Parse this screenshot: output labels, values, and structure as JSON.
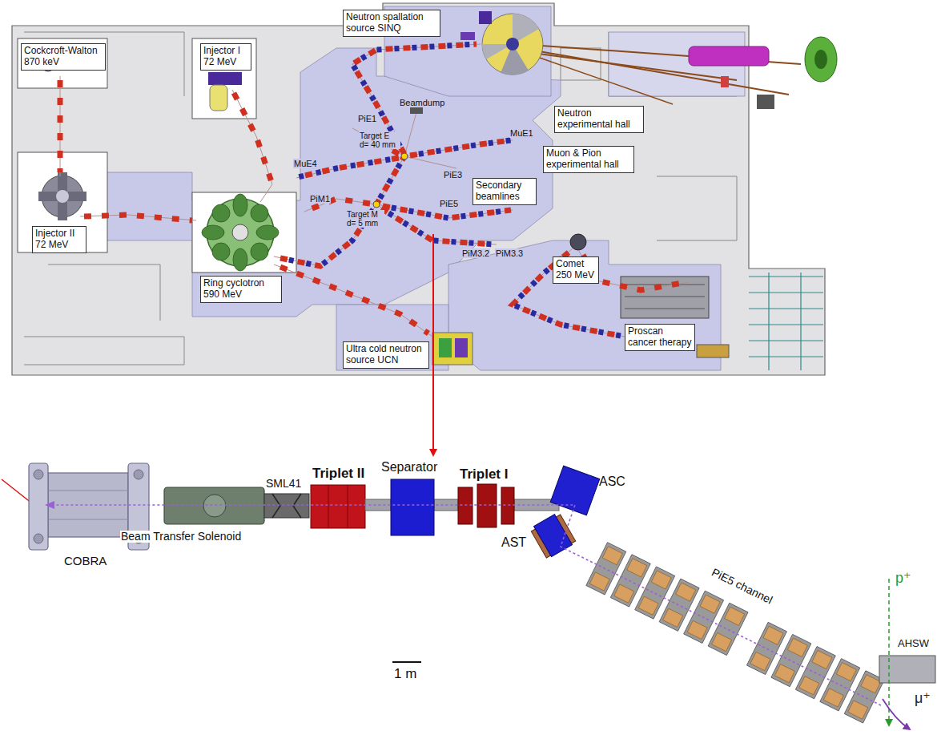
{
  "diagram": {
    "nodes": [
      {
        "text": [
          "Neutron spallation source SINQ"
        ]
      },
      {
        "text": [
          "Cockcroft-Walton 870 keV"
        ]
      },
      {
        "text": [
          "Injector I 72 MeV"
        ]
      },
      {
        "text": [
          "Neutron experimental hall"
        ]
      },
      {
        "text": [
          "Muon & Pion experimental hall"
        ]
      },
      {
        "text": [
          "Secondary beamlines"
        ]
      },
      {
        "text": [
          "Injector II 72 MeV"
        ]
      },
      {
        "text": [
          "Ring cyclotron 590 MeV"
        ]
      },
      {
        "text": [
          "Comet 250 MeV"
        ]
      },
      {
        "text": [
          "Proscan cancer therapy"
        ]
      },
      {
        "text": [
          "Ultra cold neutron source UCN"
        ]
      }
    ],
    "labels": [
      "Beamdump",
      "PiE1",
      "Target E d= 40 mm",
      "MuE1",
      "MuE4",
      "PiE3",
      "PiM1",
      "Target M d= 5 mm",
      "PiE5",
      "PiM3.2",
      "PiM3.3",
      "SML41",
      "Triplet II",
      "Separator",
      "Triplet I",
      "ASC",
      "AST",
      "COBRA",
      "Beam Transfer Solenoid",
      "PiE5 channel",
      "1 m",
      "p⁺",
      "AHSW",
      "μ⁺"
    ]
  }
}
